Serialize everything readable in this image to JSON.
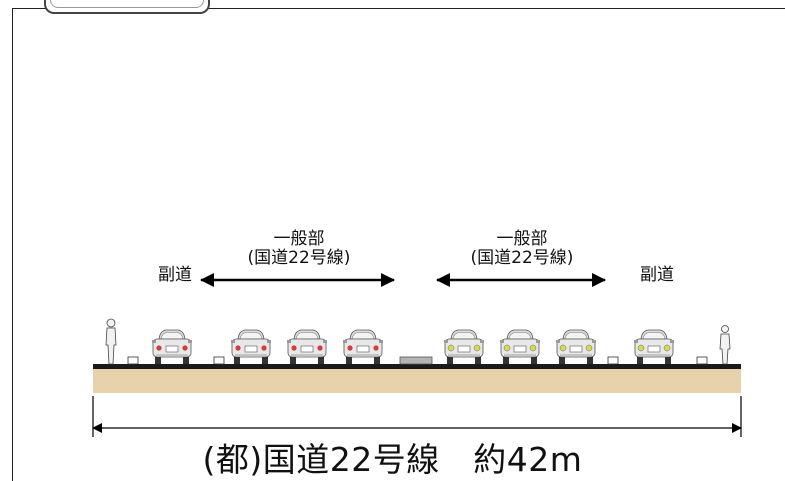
{
  "labels": {
    "side_road_left": "副道",
    "side_road_right": "副道",
    "main_left_line1": "一般部",
    "main_left_line2": "(国道22号線)",
    "main_right_line1": "一般部",
    "main_right_line2": "(国道22号線)",
    "total": "(都)国道22号線　約42m"
  },
  "colors": {
    "ground": "#e8d2ac",
    "road": "#1a1a1a",
    "car_body": "#e8e8e8",
    "tail_light": "#d23c3c",
    "head_light": "#d6dc4a",
    "median": "#b4b4b4"
  },
  "vehicles": [
    {
      "lane": "side-left",
      "lights": "tail"
    },
    {
      "lane": "main-left",
      "lights": "tail"
    },
    {
      "lane": "main-left",
      "lights": "tail"
    },
    {
      "lane": "main-left",
      "lights": "tail"
    },
    {
      "lane": "main-right",
      "lights": "head"
    },
    {
      "lane": "main-right",
      "lights": "head"
    },
    {
      "lane": "main-right",
      "lights": "head"
    },
    {
      "lane": "side-right",
      "lights": "head"
    }
  ]
}
